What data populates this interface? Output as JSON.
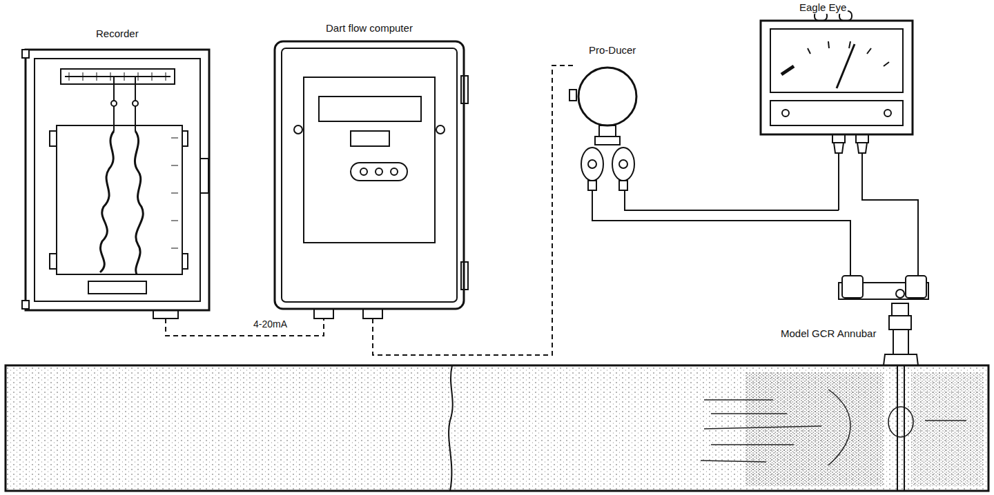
{
  "diagram": {
    "nodes": [
      {
        "text": [
          "Recorder"
        ]
      },
      {
        "text": [
          "Dart flow computer"
        ]
      },
      {
        "text": [
          "Pro-Ducer"
        ]
      },
      {
        "text": [
          "Eagle Eye"
        ]
      },
      {
        "text": [
          "Model GCR Annubar"
        ]
      }
    ],
    "edges": [
      {
        "from": 0,
        "to": 1,
        "arrow": "none",
        "label": "4-20mA"
      },
      {
        "from": 1,
        "to": 2,
        "arrow": "none"
      },
      {
        "from": 2,
        "to": 4,
        "arrow": "none"
      },
      {
        "from": 3,
        "to": 4,
        "arrow": "none"
      }
    ]
  }
}
